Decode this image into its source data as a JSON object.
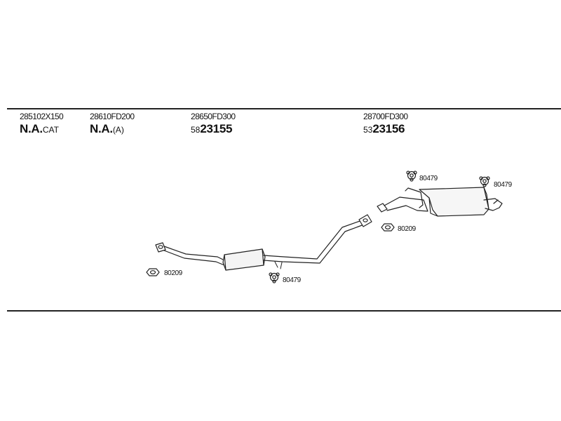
{
  "parts": [
    {
      "number": "285102X150",
      "code_big": "N.A.",
      "code_small": "CAT"
    },
    {
      "number": "28610FD200",
      "code_big": "N.A.",
      "code_small": "(A)"
    },
    {
      "number": "28650FD300",
      "code_small": "58",
      "code_big": "23155"
    },
    {
      "number": "28700FD300",
      "code_small": "53",
      "code_big": "23156"
    }
  ],
  "fittings": {
    "gasket_front": "80209",
    "hanger_center": "80479",
    "hanger_top_left": "80479",
    "hanger_top_right": "80479",
    "gasket_rear": "80209"
  }
}
